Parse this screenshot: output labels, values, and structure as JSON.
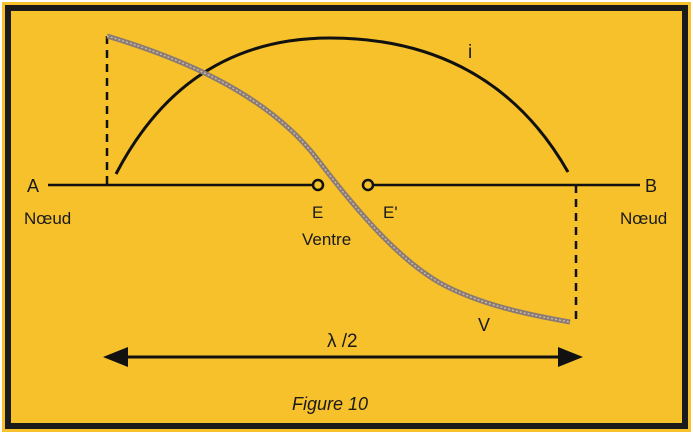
{
  "figure": {
    "caption": "Figure 10",
    "colors": {
      "background": "#f6c12b",
      "border": "#1a1a1a",
      "line": "#111111",
      "voltage_curve": "#8a7a74"
    },
    "labels": {
      "point_a": "A",
      "point_b": "B",
      "node_left": "Nœud",
      "node_right": "Nœud",
      "terminal_e": "E",
      "terminal_e_prime": "E'",
      "antinode": "Ventre",
      "current_curve": "i",
      "voltage_curve": "V",
      "half_wavelength": "λ /2"
    }
  }
}
